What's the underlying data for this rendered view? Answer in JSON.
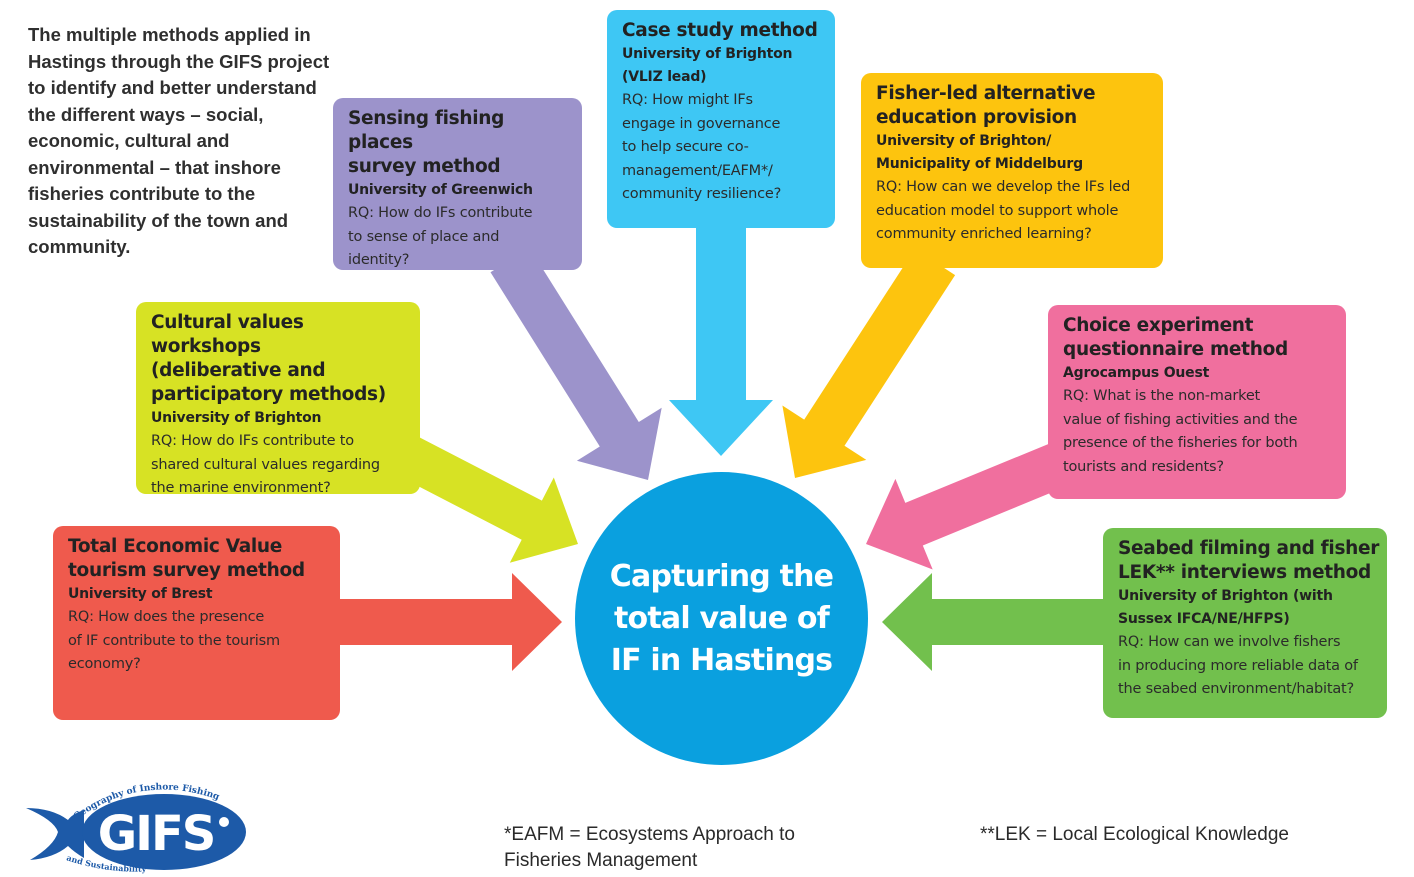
{
  "intro_text": "The multiple methods applied in Hastings through the GIFS project to identify and better understand the different ways – social, economic, cultural and environmental – that inshore fisheries contribute to the sustainability of the town and community.",
  "center_text": "Capturing the total value of IF in Hastings",
  "colors": {
    "red": "#ef5a4d",
    "lime": "#d7e224",
    "purple": "#9c93cb",
    "cyan": "#3ec7f4",
    "yellow": "#fdc40e",
    "pink": "#f06f9e",
    "green": "#72c04d",
    "center": "#0aa0df"
  },
  "boxes": {
    "tev": {
      "title": [
        "Total Economic Value",
        "tourism survey method"
      ],
      "institution": [
        "University of Brest"
      ],
      "rq": [
        "RQ: How does the presence",
        "of IF contribute to the tourism",
        "economy?"
      ]
    },
    "cultural": {
      "title": [
        "Cultural values workshops",
        "(deliberative and",
        "participatory methods)"
      ],
      "institution": [
        "University of Brighton"
      ],
      "rq": [
        "RQ: How do IFs contribute to",
        "shared cultural values regarding",
        "the marine environment?"
      ]
    },
    "sensing": {
      "title": [
        "Sensing fishing places",
        "survey method"
      ],
      "institution": [
        "University of Greenwich"
      ],
      "rq": [
        "RQ: How do IFs contribute",
        "to sense of place and",
        "identity?"
      ]
    },
    "case": {
      "title": [
        "Case study method"
      ],
      "institution": [
        "University of Brighton",
        "(VLIZ lead)"
      ],
      "rq": [
        "RQ: How might IFs",
        "engage in governance",
        "to help secure co-",
        "management/EAFM*/",
        "community resilience?"
      ]
    },
    "fisher": {
      "title": [
        "Fisher-led alternative",
        "education provision"
      ],
      "institution": [
        "University of Brighton/",
        "Municipality of Middelburg"
      ],
      "rq": [
        "RQ: How can we develop the IFs led",
        "education model to support whole",
        "community enriched learning?"
      ]
    },
    "choice": {
      "title": [
        "Choice experiment",
        "questionnaire method"
      ],
      "institution": [
        "Agrocampus Ouest"
      ],
      "rq": [
        "RQ: What is the non-market",
        "value of fishing activities and the",
        "presence of the fisheries for both",
        "tourists and residents?"
      ]
    },
    "seabed": {
      "title": [
        "Seabed filming and fisher",
        "LEK** interviews method"
      ],
      "institution": [
        "University of Brighton (with",
        "Sussex IFCA/NE/HFPS)"
      ],
      "rq": [
        "RQ: How can we involve fishers",
        "in producing more reliable data of",
        "the seabed environment/habitat?"
      ]
    }
  },
  "footnotes": {
    "eafm": [
      "*EAFM = Ecosystems Approach to",
      "Fisheries Management"
    ],
    "lek": "**LEK = Local Ecological Knowledge"
  },
  "logo": {
    "main_text": "GIFS",
    "arc_top": "Geography of Inshore Fishing",
    "arc_bottom": "and Sustainability"
  }
}
